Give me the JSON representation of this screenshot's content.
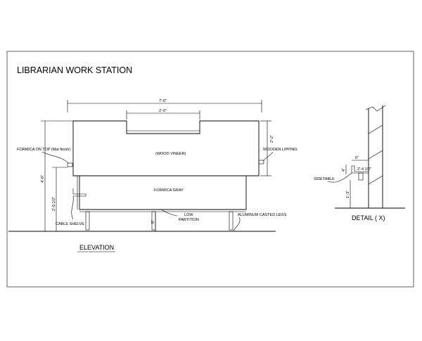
{
  "drawing": {
    "title": "LIBRARIAN WORK STATION",
    "elevation_label": "ELEVATION",
    "detail_label": "DETAIL  ( X)"
  },
  "dimensions": {
    "overall_width": "7'-0\"",
    "top_step_width": "2'-6\"",
    "upper_height": "2'-2\"",
    "total_height": "4'-0\"",
    "shelf_height": "2'-5 1/2\"",
    "partition_height": "8\"",
    "detail_depth": "6\"",
    "detail_height": "4\"",
    "detail_width": "2'-4 1/2\"",
    "detail_offset": "1'-3\""
  },
  "callouts": {
    "formica_top": "FORMICA ON TOP (Mat finish)",
    "wood_vineer": "(WOOD VINEER)",
    "wooden_lipping": "WOODEN LIPPING",
    "formica_gray": "FORMICA GRAY",
    "low_partition_1": "LOW",
    "low_partition_2": "PARTITION",
    "aluminum_legs": "ALUMINUM CASTED LEGS",
    "cable_shelve": "CABLE SHELVE",
    "sidetable": "SIDETABLE"
  }
}
